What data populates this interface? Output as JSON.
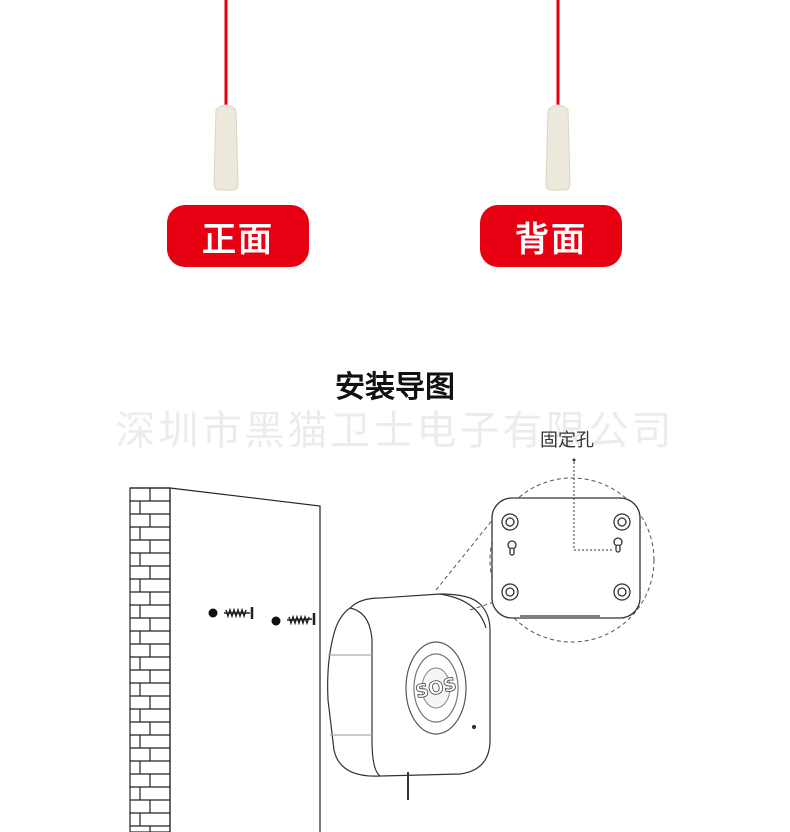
{
  "labels": {
    "front": "正面",
    "back": "背面"
  },
  "guide": {
    "title": "安装导图",
    "watermark": "深圳市黑猫卫士电子有限公司",
    "fixing_hole": "固定孔",
    "button_text": "SOS"
  },
  "colors": {
    "cord": "#e60012",
    "pill": "#e60012",
    "plug": "#ece9dc"
  }
}
